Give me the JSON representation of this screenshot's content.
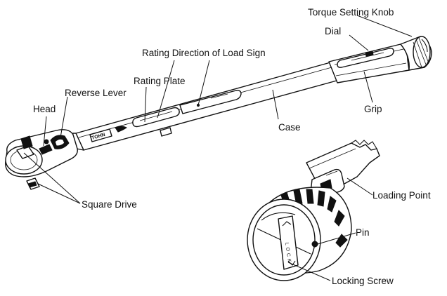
{
  "labels": {
    "torque_setting_knob": "Torque Setting Knob",
    "dial": "Dial",
    "rating_direction": "Rating  Direction of Load Sign",
    "rating_plate": "Rating Plate",
    "reverse_lever": "Reverse Lever",
    "head": "Head",
    "case": "Case",
    "grip": "Grip",
    "square_drive": "Square Drive",
    "loading_point": "Loading Point",
    "pin": "Pin",
    "locking_screw": "Locking Screw"
  },
  "markings": {
    "tohnichi": "TOHN",
    "lock": "LOCK"
  }
}
